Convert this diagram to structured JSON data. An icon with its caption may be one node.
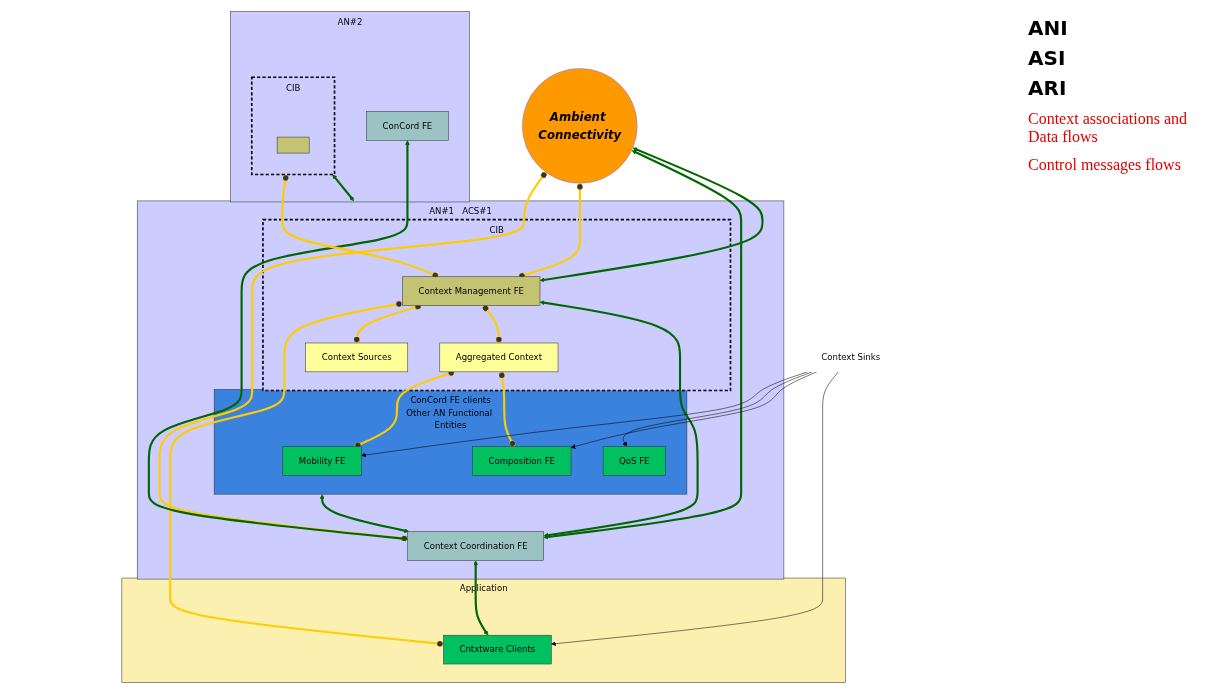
{
  "diagram": {
    "nodes": [
      {
        "text": [
          "AN#2"
        ]
      },
      {
        "text": [
          "ConCord FE"
        ],
        "in": 0
      },
      {
        "text": [
          "CIB"
        ],
        "in": 0
      },
      {
        "text": [],
        "shape": "box",
        "in": 2
      },
      {
        "text": [
          "AN#1",
          "ACS#1"
        ]
      },
      {
        "text": [
          "Context Coordination FE"
        ],
        "in": 4
      },
      {
        "text": [
          "CIB"
        ],
        "in": 4
      },
      {
        "text": [
          "Context Management FE"
        ],
        "in": 6
      },
      {
        "text": [
          "Context Sources"
        ],
        "in": 6
      },
      {
        "text": [
          "Aggregated Context"
        ],
        "in": 6
      },
      {
        "text": [
          "ConCord FE clients",
          "Other AN Functional Entities"
        ],
        "in": 4
      },
      {
        "text": [
          "Mobility FE"
        ],
        "in": 10
      },
      {
        "text": [
          "QoS FE"
        ],
        "in": 10
      },
      {
        "text": [
          "Composition FE"
        ],
        "in": 10
      },
      {
        "text": [
          "Application"
        ]
      },
      {
        "text": [
          "Cntxtware Clients"
        ],
        "in": 14
      },
      {
        "text": [
          "Ambient Connectivity"
        ]
      },
      {
        "text": [
          "Context Sinks"
        ]
      }
    ],
    "edges": [
      {
        "from": 2,
        "to": 7,
        "arrow": "other",
        "color": "#ffcc00"
      },
      {
        "from": 16,
        "to": 5,
        "arrow": "other",
        "color": "#ffcc00"
      },
      {
        "from": 16,
        "to": 7,
        "arrow": "other",
        "color": "#ffcc00"
      },
      {
        "from": 7,
        "to": 15,
        "arrow": "other",
        "color": "#ffcc00"
      },
      {
        "from": 7,
        "to": 8,
        "arrow": "other",
        "color": "#ffcc00"
      },
      {
        "from": 7,
        "to": 9,
        "arrow": "other",
        "color": "#ffcc00"
      },
      {
        "from": 9,
        "to": 11,
        "arrow": "other",
        "color": "#ffcc00"
      },
      {
        "from": 9,
        "to": 13,
        "arrow": "other",
        "color": "#ffcc00"
      },
      {
        "from": 1,
        "to": 5,
        "arrow": "both",
        "color": "#006600"
      },
      {
        "from": 2,
        "to": 4,
        "arrow": "both",
        "color": "#006600"
      },
      {
        "from": 5,
        "to": 15,
        "arrow": "both",
        "color": "#006600"
      },
      {
        "from": 5,
        "to": 7,
        "arrow": "both",
        "color": "#006600"
      },
      {
        "from": 10,
        "to": 5,
        "arrow": "both",
        "color": "#006600"
      },
      {
        "from": 16,
        "to": 5,
        "arrow": "both",
        "color": "#006600"
      },
      {
        "from": 16,
        "to": 7,
        "arrow": "both",
        "color": "#006600"
      },
      {
        "from": 17,
        "to": 15,
        "arrow": "to",
        "color": "#000000"
      },
      {
        "from": 17,
        "to": 11,
        "arrow": "to",
        "color": "#000000"
      },
      {
        "from": 17,
        "to": 12,
        "arrow": "to",
        "color": "#000000"
      },
      {
        "from": 17,
        "to": 13,
        "arrow": "to",
        "color": "#000000"
      }
    ],
    "labels": [
      "ANI",
      "ASI",
      "ARI"
    ],
    "legend": [
      {
        "text": "Context associations and Data flows"
      },
      {
        "text": "Control messages flows"
      }
    ]
  }
}
